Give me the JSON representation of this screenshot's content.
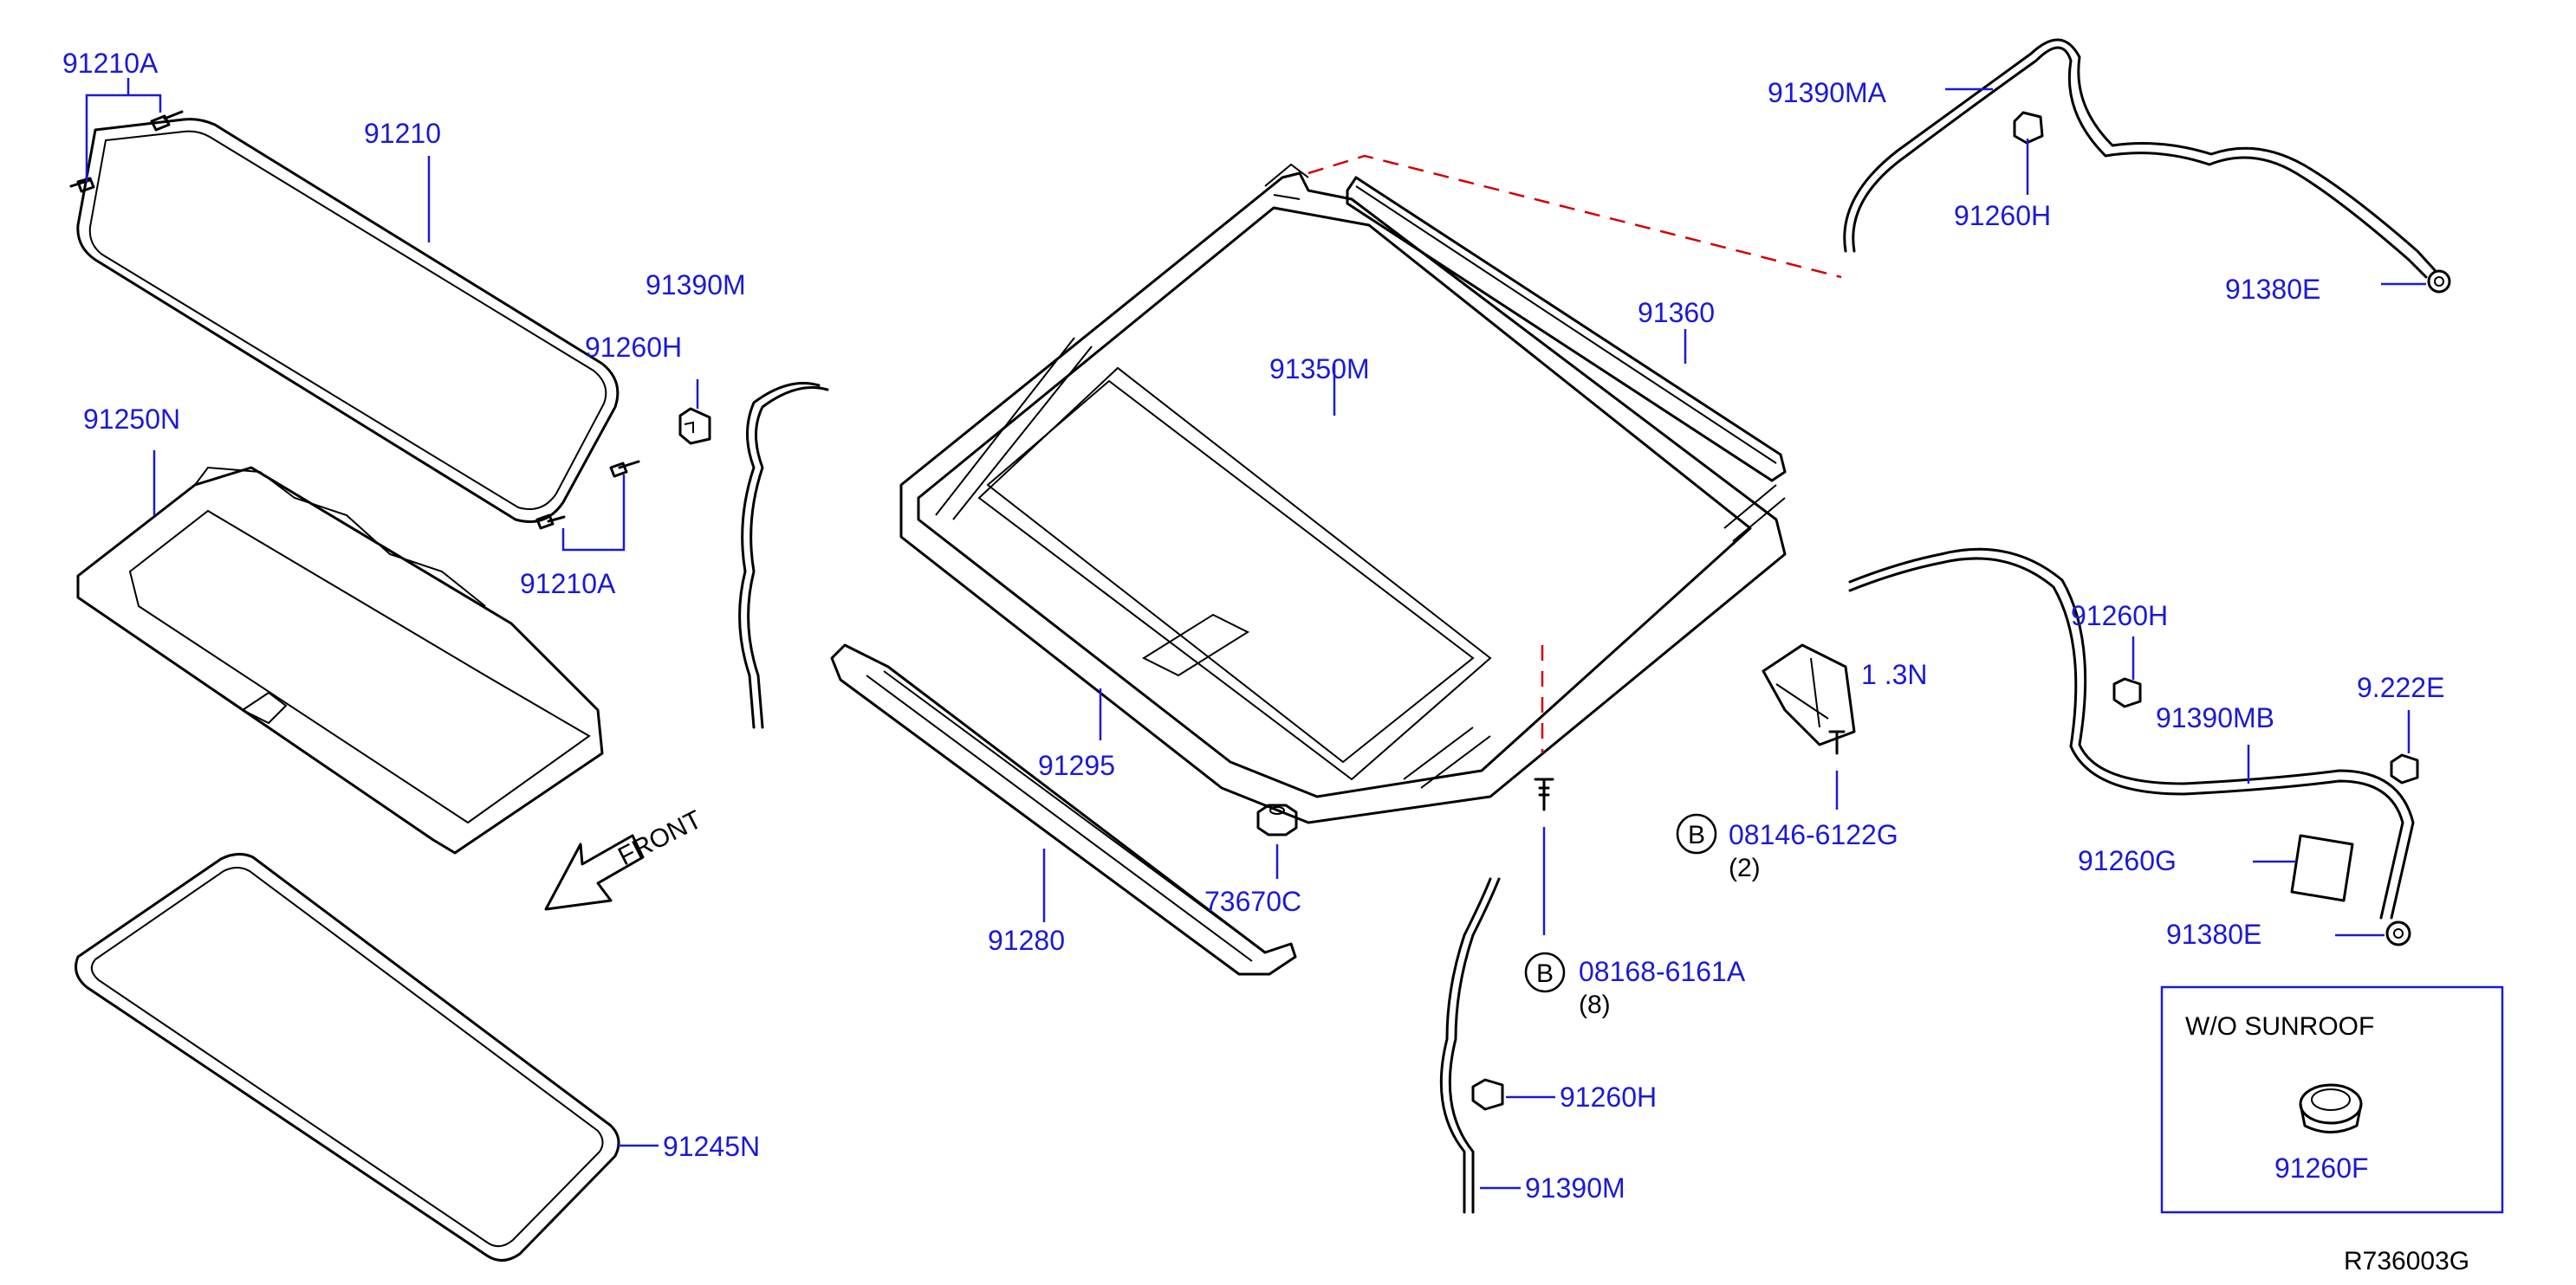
{
  "labels": {
    "l_91210A_top": "91210A",
    "l_91210": "91210",
    "l_91250N": "91250N",
    "l_91210A_bot": "91210A",
    "l_91390M_top": "91390M",
    "l_91260H_left": "91260H",
    "l_91350M": "91350M",
    "l_91360": "91360",
    "l_91390MA": "91390MA",
    "l_91260H_top": "91260H",
    "l_91380E_top": "91380E",
    "l_91295": "91295",
    "l_73670C": "73670C",
    "l_91280": "91280",
    "l_91343N": "1 .3N",
    "l_08146": "08146-6122G",
    "l_08146_qty": "(2)",
    "l_08168": "08168-6161A",
    "l_08168_qty": "(8)",
    "l_91260H_r": "91260H",
    "l_9122E": "9.222E",
    "l_91390MB": "91390MB",
    "l_91260G": "91260G",
    "l_91380E_bot": "91380E",
    "l_91260H_bot": "91260H",
    "l_91390M_bot": "91390M",
    "l_91245N": "91245N",
    "front": "FRONT",
    "bolt_b1": "B",
    "bolt_b2": "B"
  },
  "inset": {
    "title": "W/O   SUNROOF",
    "part": "91260F"
  },
  "diagram_code": "R736003G",
  "colors": {
    "label": "#1a1ad6",
    "leader_dash": "#d60000",
    "line": "#000000"
  }
}
